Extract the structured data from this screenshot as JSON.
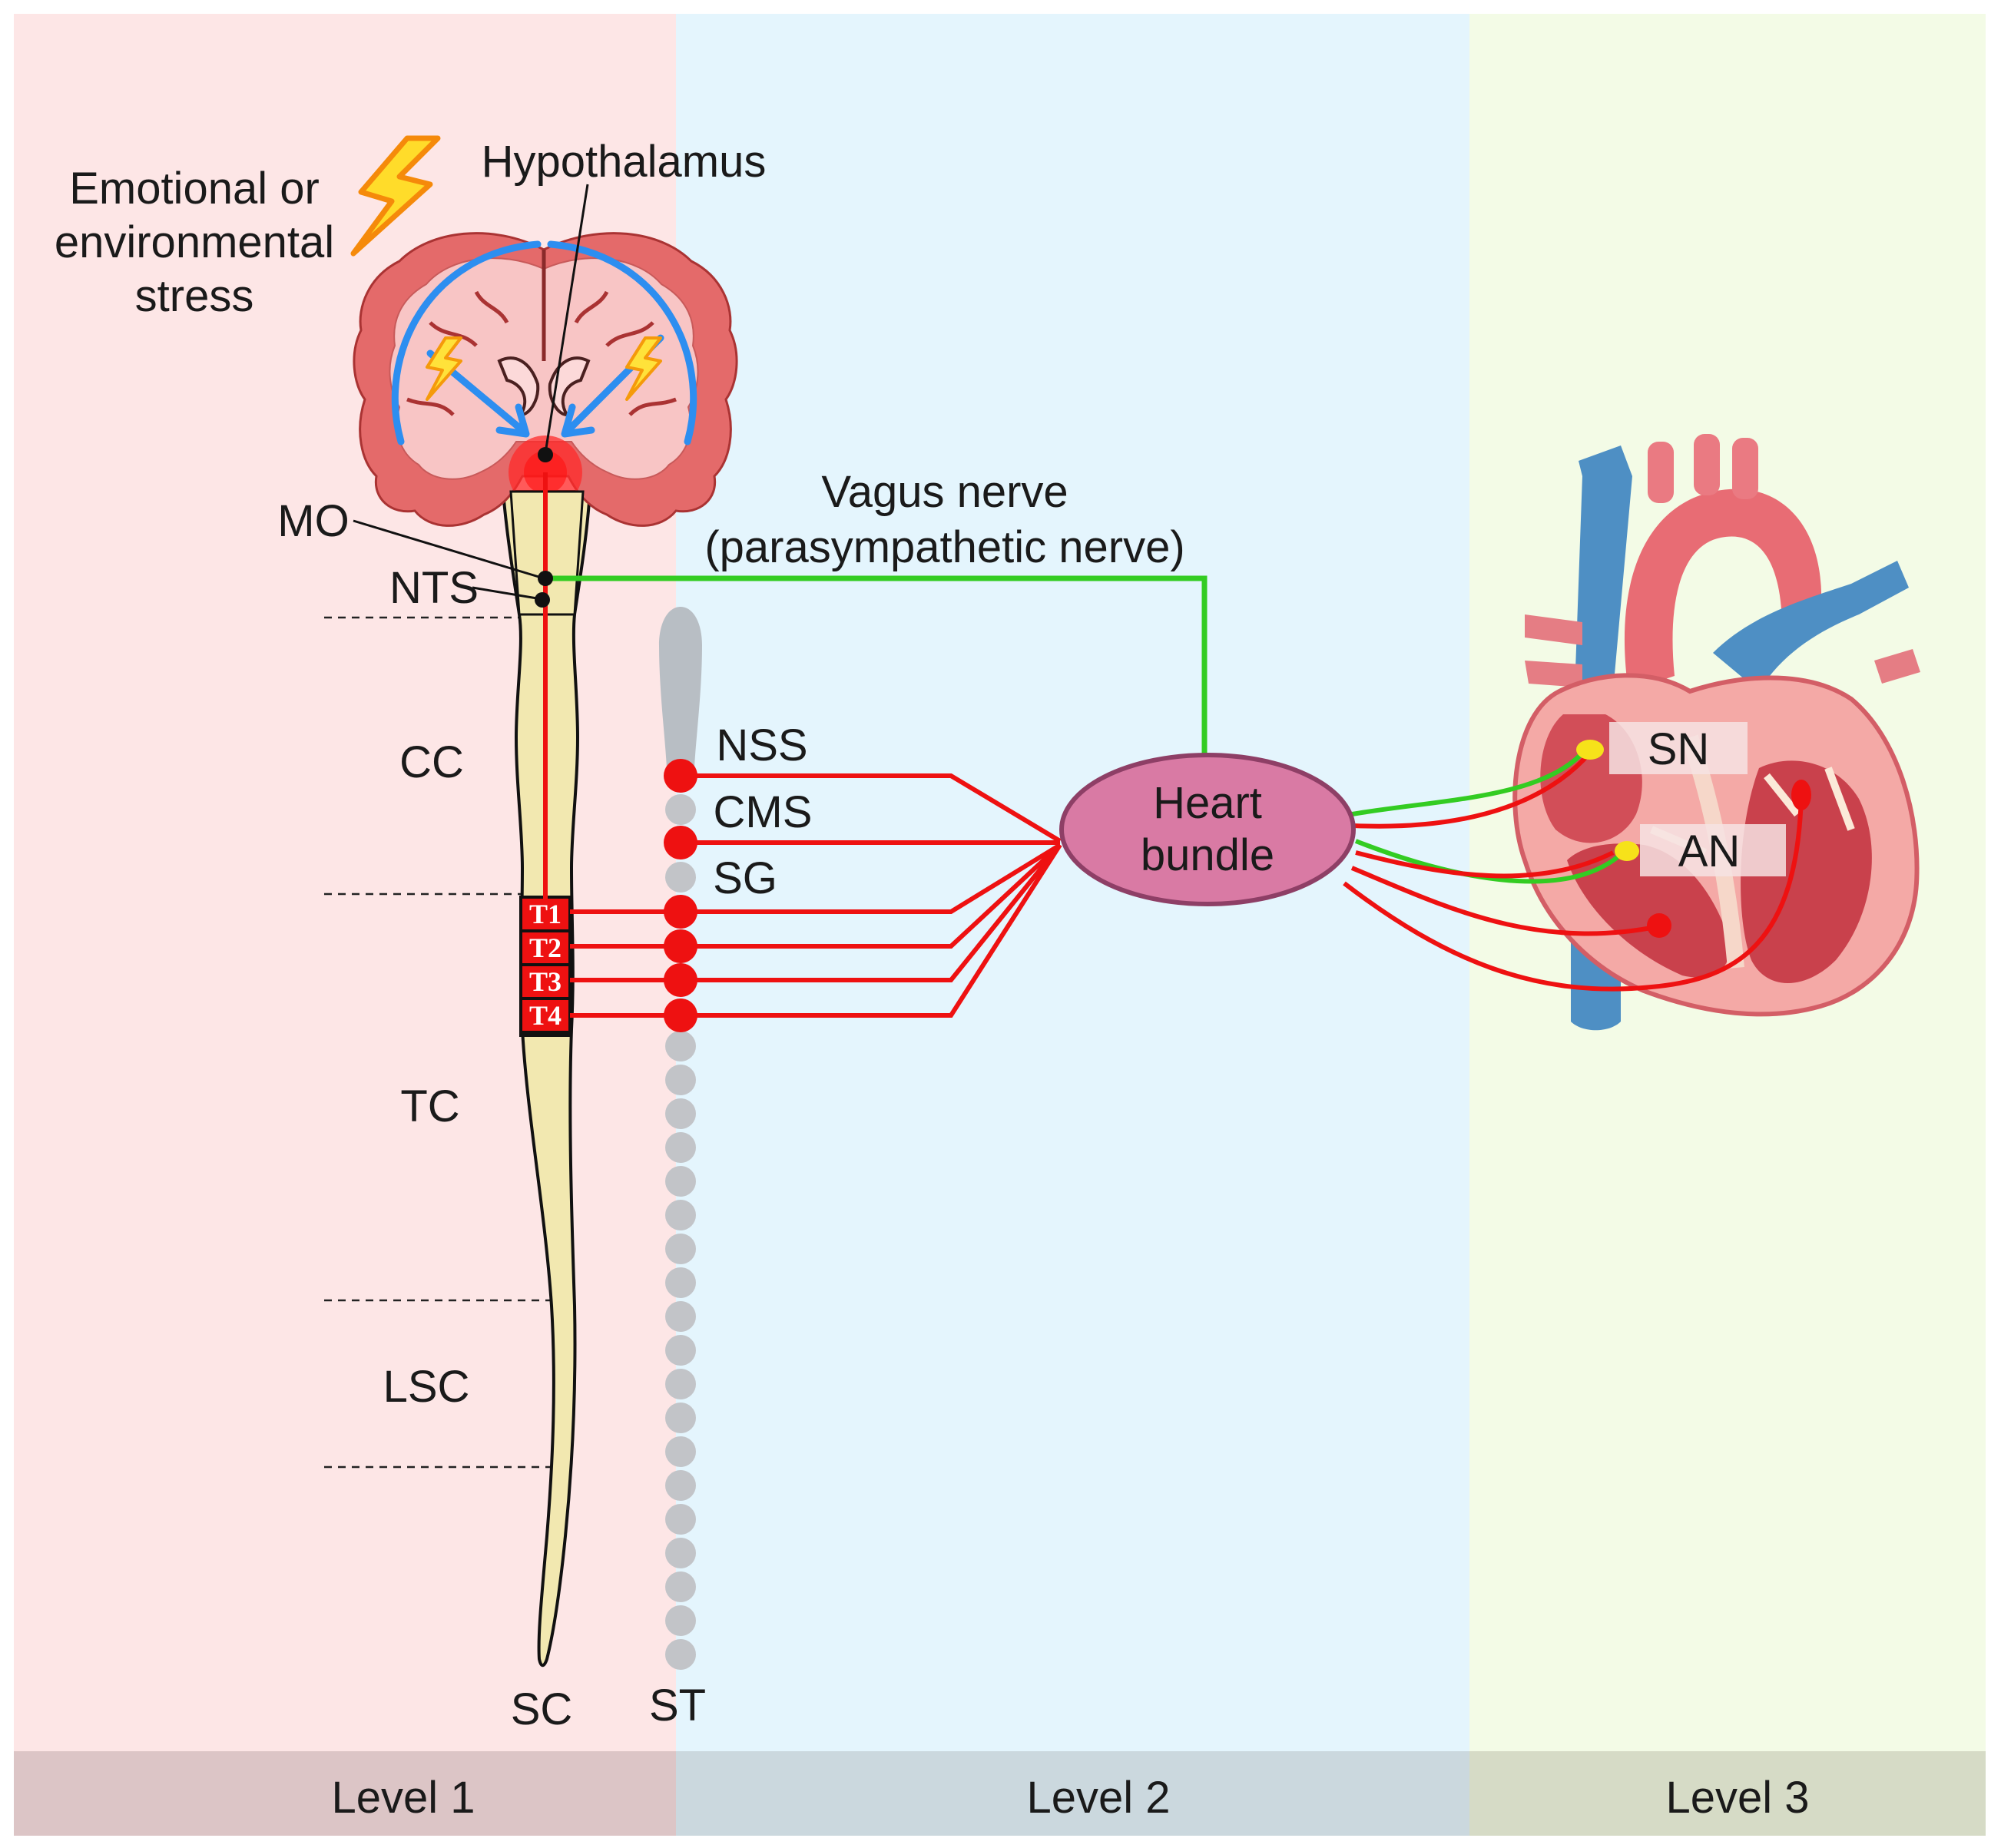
{
  "levels": {
    "level1": "Level 1",
    "level2": "Level 2",
    "level3": "Level 3"
  },
  "brain": {
    "stress_line1": "Emotional or",
    "stress_line2": "environmental",
    "stress_line3": "stress",
    "hypothalamus": "Hypothalamus",
    "mo": "MO",
    "nts": "NTS"
  },
  "spine": {
    "cc": "CC",
    "tc": "TC",
    "lsc": "LSC",
    "sc": "SC",
    "st": "ST",
    "t1": "T1",
    "t2": "T2",
    "t3": "T3",
    "t4": "T4"
  },
  "ganglia": {
    "nss": "NSS",
    "cms": "CMS",
    "sg": "SG"
  },
  "vagus": {
    "line1": "Vagus nerve",
    "line2": "(parasympathetic nerve)"
  },
  "bundle": {
    "line1": "Heart",
    "line2": "bundle"
  },
  "heart": {
    "sn": "SN",
    "an": "AN"
  },
  "colors": {
    "level1_bg": "#fde6e6",
    "level2_bg": "#e4f5fd",
    "level3_bg": "#f3fbe6",
    "sympathetic": "#ee1111",
    "parasympathetic": "#33cc22",
    "bundle_fill": "#d97aa4",
    "spinal_cord": "#f2e8b0",
    "sympathetic_trunk": "#c2c4c8"
  }
}
